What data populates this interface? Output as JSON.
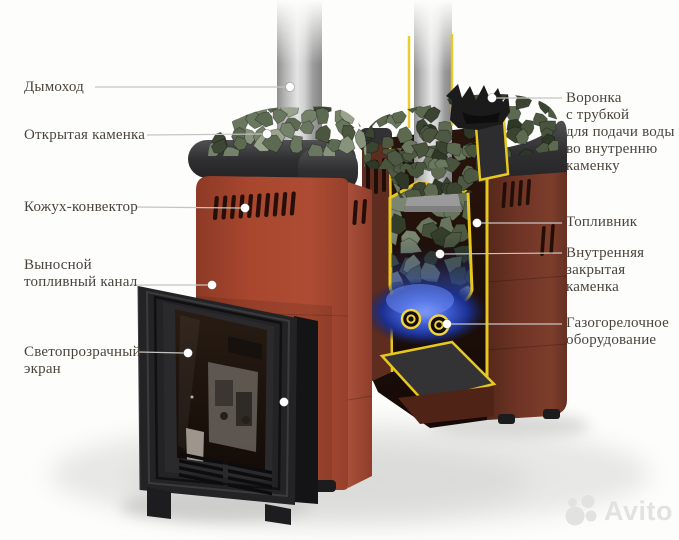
{
  "callouts": [
    {
      "id": "chimney",
      "side": "left",
      "label": "Дымоход"
    },
    {
      "id": "open-stones",
      "side": "left",
      "label": "Открытая каменка"
    },
    {
      "id": "convector-casing",
      "side": "left",
      "label": "Кожух-конвектор"
    },
    {
      "id": "fuel-channel",
      "side": "left",
      "label": "Выносной\nтопливный канал"
    },
    {
      "id": "translucent-screen",
      "side": "left",
      "label": "Светопрозрачный\nэкран"
    },
    {
      "id": "water-funnel",
      "side": "right",
      "label": "Воронка\nс трубкой\nдля подачи воды\nво внутренню\nкаменку"
    },
    {
      "id": "firebox",
      "side": "right",
      "label": "Топливник"
    },
    {
      "id": "inner-closed-stones",
      "side": "right",
      "label": "Внутренняя\nзакрытая\nкаменка"
    },
    {
      "id": "gas-burner",
      "side": "right",
      "label": "Газогорелочное\nоборудование"
    }
  ],
  "watermark": {
    "brand": "Avito"
  },
  "colors": {
    "terracotta_body": "#a8462e",
    "dark_brown_body": "#6f3425",
    "cut_edge_yellow": "#e8c81f",
    "flame_blue": "#3f5fd8",
    "stones_green": "#5c6a50",
    "screen_frame_black": "#232326",
    "label_text": "#4b443c",
    "leader_line": "#c6c4c1",
    "watermark_gray": "#e2e2e0"
  }
}
